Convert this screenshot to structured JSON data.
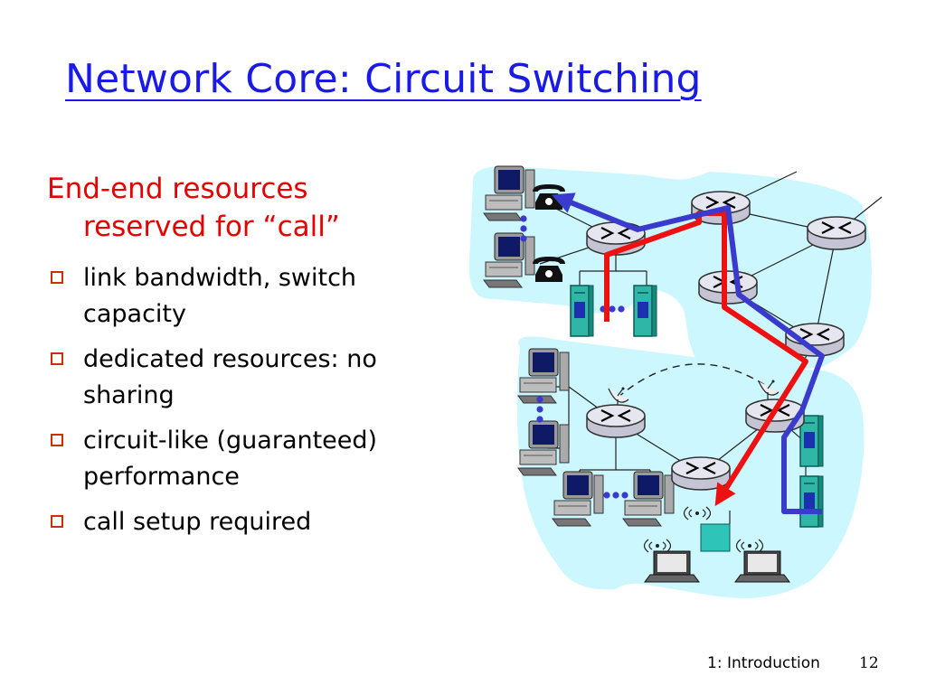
{
  "slide": {
    "title": "Network Core: Circuit Switching",
    "lead_line1": "End-end resources",
    "lead_line2": "reserved for “call”",
    "bullets": [
      "link bandwidth,  switch capacity",
      "dedicated resources: no sharing",
      "circuit-like (guaranteed) performance",
      "call setup required"
    ],
    "footer": "1: Introduction",
    "page_number": "12"
  },
  "colors": {
    "title": "#1a1ae6",
    "lead": "#e60000",
    "bullet_box": "#c83200",
    "network_fill": "#ccf7ff",
    "circuit_red": "#ee1111",
    "circuit_blue": "#3a3acc"
  }
}
